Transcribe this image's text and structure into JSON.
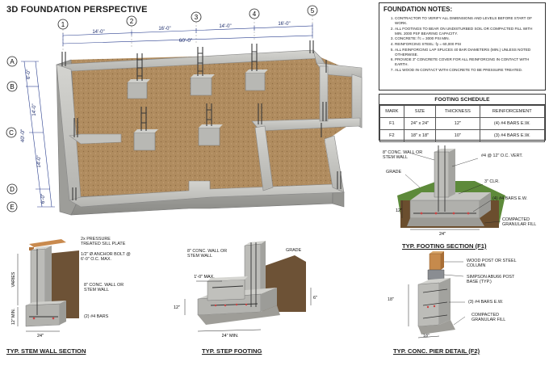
{
  "title": "3D FOUNDATION PERSPECTIVE",
  "grid": {
    "columns": [
      "1",
      "2",
      "3",
      "4",
      "5"
    ],
    "rows": [
      "A",
      "B",
      "C",
      "D",
      "E"
    ]
  },
  "dimensions": {
    "top": [
      "14'-0\"",
      "16'-0\"",
      "14'-0\"",
      "16'-0\""
    ],
    "overall_top": "60'-0\"",
    "left": [
      "6'-0\"",
      "14'-0\"",
      "14'-0\"",
      "6'-0\""
    ],
    "overall_left": "40'-0\""
  },
  "notes": {
    "heading": "FOUNDATION NOTES:",
    "items": [
      "CONTRACTOR TO VERIFY ALL DIMENSIONS AND LEVELS BEFORE START OF WORK.",
      "ALL FOOTINGS TO BEAR ON UNDISTURBED SOIL OR COMPACTED FILL WITH MIN. 2000 PSF BEARING CAPACITY.",
      "CONCRETE: f'c = 3000 PSI MIN.",
      "REINFORCING STEEL: fy = 60,000 PSI",
      "ALL REINFORCING LAP SPLICES 40 BAR DIAMETERS (MIN.) UNLESS NOTED OTHERWISE.",
      "PROVIDE 3\" CONCRETE COVER FOR ALL REINFORCING IN CONTACT WITH EARTH.",
      "ALL WOOD IN CONTACT WITH CONCRETE TO BE PRESSURE TREATED."
    ]
  },
  "schedule": {
    "title": "FOOTING SCHEDULE",
    "headers": [
      "MARK",
      "SIZE",
      "THICKNESS",
      "REINFORCEMENT"
    ],
    "rows": [
      [
        "F1",
        "24\" x 24\"",
        "12\"",
        "(4) #4 BARS E.W."
      ],
      [
        "F2",
        "18\" x 18\"",
        "10\"",
        "(3) #4 BARS E.W."
      ]
    ]
  },
  "footing_section": {
    "title": "TYP. FOOTING SECTION (F1)",
    "labels": {
      "wall": "8\" CONC. WALL OR STEM WALL",
      "vert": "#4 @ 12\" O.C. VERT.",
      "grade": "GRADE",
      "clr": "3\" CLR.",
      "bars": "(4) #4 BARS E.W.",
      "fill": "COMPACTED GRANULAR FILL",
      "dim_h": "12\"",
      "dim_w": "24\""
    }
  },
  "stem_wall": {
    "title": "TYP. STEM WALL SECTION",
    "labels": {
      "sill": "2x PRESSURE TREATED SILL PLATE",
      "bolt": "1/2\" Ø ANCHOR BOLT @ 6'-0\" O.C. MAX.",
      "wall": "8\" CONC. WALL OR STEM WALL",
      "bars": "(2) #4 BARS",
      "varies": "VARIES",
      "min": "12\" MIN.",
      "dim_w": "24\""
    }
  },
  "step_footing": {
    "title": "TYP. STEP FOOTING",
    "labels": {
      "wall": "8\" CONC. WALL OR STEM WALL",
      "grade": "GRADE",
      "max": "1'-0\" MAX.",
      "h": "12\"",
      "step": "6\"",
      "min": "24\" MIN."
    }
  },
  "pier": {
    "title": "TYP. CONC. PIER DETAIL (F2)",
    "labels": {
      "post": "WOOD POST OR STEEL COLUMN",
      "base": "SIMPSON ABU66 POST BASE (TYP.)",
      "bars": "(3) #4 BARS E.W.",
      "fill": "COMPACTED GRANULAR FILL",
      "h": "18\"",
      "w": "18\""
    }
  }
}
